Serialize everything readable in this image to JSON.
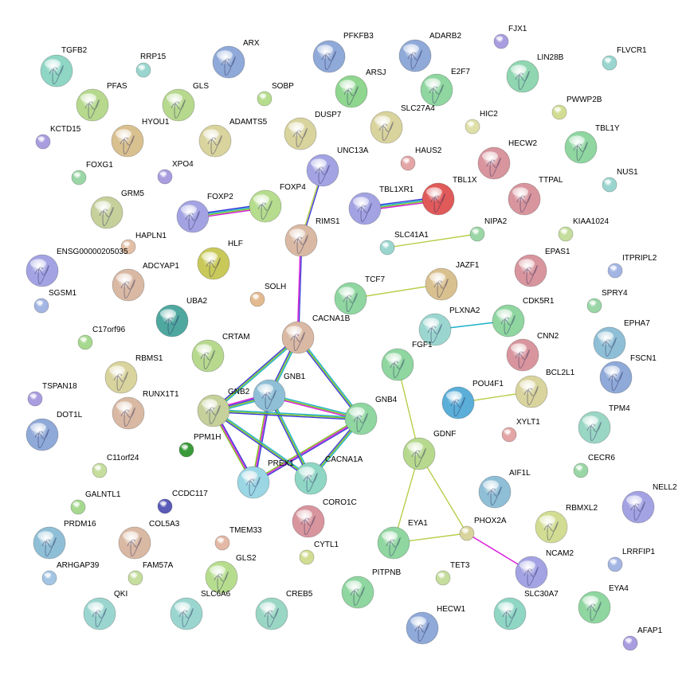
{
  "network": {
    "nodes": [
      {
        "id": "TGFB2",
        "color": "#8fd6c4",
        "big": true
      },
      {
        "id": "RRP15",
        "color": "#9ad6cf",
        "big": false
      },
      {
        "id": "ARX",
        "color": "#8fa9d8",
        "big": true
      },
      {
        "id": "PFKFB3",
        "color": "#8fa9d8",
        "big": true
      },
      {
        "id": "ADARB2",
        "color": "#8fa9d8",
        "big": true
      },
      {
        "id": "FJX1",
        "color": "#a99ddf",
        "big": false
      },
      {
        "id": "LIN28B",
        "color": "#8fd6b1",
        "big": true
      },
      {
        "id": "FLVCR1",
        "color": "#9ad6cf",
        "big": false
      },
      {
        "id": "PFAS",
        "color": "#b6d98e",
        "big": true
      },
      {
        "id": "GLS",
        "color": "#b6d98e",
        "big": true
      },
      {
        "id": "SOBP",
        "color": "#b6dd8e",
        "big": false
      },
      {
        "id": "ARSJ",
        "color": "#8fd68f",
        "big": true
      },
      {
        "id": "E2F7",
        "color": "#8fd6a0",
        "big": true
      },
      {
        "id": "PWWP2B",
        "color": "#d2dd93",
        "big": false
      },
      {
        "id": "KCTD15",
        "color": "#a99ddf",
        "big": false
      },
      {
        "id": "HYOU1",
        "color": "#d9c08f",
        "big": true
      },
      {
        "id": "ADAMTS5",
        "color": "#d9d39d",
        "big": true
      },
      {
        "id": "DUSP7",
        "color": "#d9d39d",
        "big": true
      },
      {
        "id": "SLC27A4",
        "color": "#d9d39d",
        "big": true
      },
      {
        "id": "HIC2",
        "color": "#dfe0a8",
        "big": false
      },
      {
        "id": "TBL1Y",
        "color": "#8fd6a0",
        "big": true
      },
      {
        "id": "FOXG1",
        "color": "#9ad6a6",
        "big": false
      },
      {
        "id": "XPO4",
        "color": "#a99ddf",
        "big": false
      },
      {
        "id": "UNC13A",
        "color": "#a3a3e3",
        "big": true
      },
      {
        "id": "HAUS2",
        "color": "#e3a5a5",
        "big": false
      },
      {
        "id": "HECW2",
        "color": "#d8959d",
        "big": true
      },
      {
        "id": "NUS1",
        "color": "#9ad6cf",
        "big": false
      },
      {
        "id": "GRM5",
        "color": "#c5d09b",
        "big": true
      },
      {
        "id": "FOXP2",
        "color": "#a3a3e3",
        "big": true
      },
      {
        "id": "FOXP4",
        "color": "#b6dd8e",
        "big": true
      },
      {
        "id": "TBL1XR1",
        "color": "#a3a3e3",
        "big": true
      },
      {
        "id": "TBL1X",
        "color": "#e05a5a",
        "big": true
      },
      {
        "id": "TTPAL",
        "color": "#d8959d",
        "big": true
      },
      {
        "id": "HAPLN1",
        "color": "#e3c0a5",
        "big": false
      },
      {
        "id": "RIMS1",
        "color": "#d9b9a3",
        "big": true
      },
      {
        "id": "SLC41A1",
        "color": "#9ad6cf",
        "big": false
      },
      {
        "id": "NIPA2",
        "color": "#9ad6a6",
        "big": false
      },
      {
        "id": "KIAA1024",
        "color": "#c5dd9d",
        "big": false
      },
      {
        "id": "ENSG00000205035",
        "color": "#a3a3e3",
        "big": true
      },
      {
        "id": "HLF",
        "color": "#c9c95a",
        "big": true
      },
      {
        "id": "EPAS1",
        "color": "#d8959d",
        "big": true
      },
      {
        "id": "ITPRIPL2",
        "color": "#a3b5e3",
        "big": false
      },
      {
        "id": "ADCYAP1",
        "color": "#d9b9a3",
        "big": true
      },
      {
        "id": "SGSM1",
        "color": "#a3b5e3",
        "big": false
      },
      {
        "id": "SOLH",
        "color": "#e3b98f",
        "big": false
      },
      {
        "id": "TCF7",
        "color": "#8fd6a0",
        "big": true
      },
      {
        "id": "JAZF1",
        "color": "#d9c08f",
        "big": true
      },
      {
        "id": "UBA2",
        "color": "#4fa8a0",
        "big": true
      },
      {
        "id": "CACNA1B",
        "color": "#d9b9a3",
        "big": true
      },
      {
        "id": "CDK5R1",
        "color": "#8fd6a0",
        "big": true
      },
      {
        "id": "SPRY4",
        "color": "#9ad6a6",
        "big": false
      },
      {
        "id": "C17orf96",
        "color": "#a6d98f",
        "big": false
      },
      {
        "id": "PLXNA2",
        "color": "#9ad6cf",
        "big": true
      },
      {
        "id": "EPHA7",
        "color": "#8fbfd6",
        "big": true
      },
      {
        "id": "CRTAM",
        "color": "#b6d98e",
        "big": true
      },
      {
        "id": "CNN2",
        "color": "#d8959d",
        "big": true
      },
      {
        "id": "FGF1",
        "color": "#8fd6a0",
        "big": true
      },
      {
        "id": "RBMS1",
        "color": "#d9d39d",
        "big": true
      },
      {
        "id": "GNB1",
        "color": "#8fbfd6",
        "big": true
      },
      {
        "id": "FSCN1",
        "color": "#8fa9d8",
        "big": true
      },
      {
        "id": "TSPAN18",
        "color": "#a99ddf",
        "big": false
      },
      {
        "id": "POU4F1",
        "color": "#5aaed8",
        "big": true
      },
      {
        "id": "BCL2L1",
        "color": "#d9d39d",
        "big": true
      },
      {
        "id": "RUNX1T1",
        "color": "#d9b9a3",
        "big": true
      },
      {
        "id": "GNB2",
        "color": "#c5d09b",
        "big": true
      },
      {
        "id": "GNB4",
        "color": "#8fd6a0",
        "big": true
      },
      {
        "id": "DOT1L",
        "color": "#8fa9d8",
        "big": true
      },
      {
        "id": "TPM4",
        "color": "#9ad6c4",
        "big": true
      },
      {
        "id": "XYLT1",
        "color": "#e3a5a5",
        "big": false
      },
      {
        "id": "PPM1H",
        "color": "#3a9a3a",
        "big": false
      },
      {
        "id": "GDNF",
        "color": "#b6d98e",
        "big": true
      },
      {
        "id": "C11orf24",
        "color": "#c5dd9d",
        "big": false
      },
      {
        "id": "CECR6",
        "color": "#9ad6a6",
        "big": false
      },
      {
        "id": "PREX1",
        "color": "#9ad6e3",
        "big": true
      },
      {
        "id": "CACNA1A",
        "color": "#8fd6c4",
        "big": true
      },
      {
        "id": "AIF1L",
        "color": "#8fbfd6",
        "big": true
      },
      {
        "id": "NELL2",
        "color": "#a3a3e3",
        "big": true
      },
      {
        "id": "GALNTL1",
        "color": "#a6d98f",
        "big": false
      },
      {
        "id": "CCDC117",
        "color": "#5a5ab8",
        "big": false
      },
      {
        "id": "CORO1C",
        "color": "#d8959d",
        "big": true
      },
      {
        "id": "RBMXL2",
        "color": "#d2dd93",
        "big": true
      },
      {
        "id": "PRDM16",
        "color": "#8fbfd6",
        "big": true
      },
      {
        "id": "COL5A3",
        "color": "#d9b9a3",
        "big": true
      },
      {
        "id": "TMEM33",
        "color": "#e3b8a5",
        "big": false
      },
      {
        "id": "EYA1",
        "color": "#8fd6a0",
        "big": true
      },
      {
        "id": "PHOX2A",
        "color": "#d9d39d",
        "big": false
      },
      {
        "id": "CYTL1",
        "color": "#d2dd93",
        "big": false
      },
      {
        "id": "LRRFIP1",
        "color": "#a3b5e3",
        "big": false
      },
      {
        "id": "ARHGAP39",
        "color": "#a3c5e3",
        "big": false
      },
      {
        "id": "FAM57A",
        "color": "#c5dd9d",
        "big": false
      },
      {
        "id": "GLS2",
        "color": "#b6dd8e",
        "big": true
      },
      {
        "id": "NCAM2",
        "color": "#a3a3e3",
        "big": true
      },
      {
        "id": "PITPNB",
        "color": "#8fd6a0",
        "big": true
      },
      {
        "id": "TET3",
        "color": "#c5dd9d",
        "big": false
      },
      {
        "id": "EYA4",
        "color": "#8fd6a0",
        "big": true
      },
      {
        "id": "QKI",
        "color": "#9ad6cf",
        "big": true
      },
      {
        "id": "SLC6A6",
        "color": "#9ad6cf",
        "big": true
      },
      {
        "id": "CREB5",
        "color": "#9ad6c4",
        "big": true
      },
      {
        "id": "SLC30A7",
        "color": "#8fd6c4",
        "big": true
      },
      {
        "id": "HECW1",
        "color": "#8fa9d8",
        "big": true
      },
      {
        "id": "AFAP1",
        "color": "#a99ddf",
        "big": false
      }
    ],
    "edges": [
      {
        "source": "FOXP2",
        "target": "FOXP4",
        "colors": [
          "#3a3ad8",
          "#1bb1c9",
          "#7fc21b",
          "#d81bd8"
        ]
      },
      {
        "source": "TBL1XR1",
        "target": "TBL1X",
        "colors": [
          "#3a3ad8",
          "#1bb1c9",
          "#7fc21b",
          "#d81bd8"
        ]
      },
      {
        "source": "UNC13A",
        "target": "RIMS1",
        "colors": [
          "#3a3ad8",
          "#b6cf4a"
        ]
      },
      {
        "source": "RIMS1",
        "target": "CACNA1B",
        "colors": [
          "#3a3ad8",
          "#d81bd8"
        ]
      },
      {
        "source": "SLC41A1",
        "target": "NIPA2",
        "colors": [
          "#b6cf4a"
        ]
      },
      {
        "source": "TCF7",
        "target": "JAZF1",
        "colors": [
          "#b6cf4a"
        ]
      },
      {
        "source": "PLXNA2",
        "target": "CDK5R1",
        "colors": [
          "#1bb1c9"
        ]
      },
      {
        "source": "POU4F1",
        "target": "BCL2L1",
        "colors": [
          "#b6cf4a"
        ]
      },
      {
        "source": "CACNA1B",
        "target": "GNB2",
        "colors": [
          "#1bb1c9",
          "#7fc21b",
          "#3a3ad8"
        ]
      },
      {
        "source": "CACNA1B",
        "target": "GNB1",
        "colors": [
          "#1bb1c9",
          "#7fc21b",
          "#3a3ad8"
        ]
      },
      {
        "source": "CACNA1B",
        "target": "GNB4",
        "colors": [
          "#1bb1c9",
          "#7fc21b",
          "#3a3ad8"
        ]
      },
      {
        "source": "GNB1",
        "target": "GNB2",
        "colors": [
          "#1bb1c9",
          "#7fc21b",
          "#3a3ad8",
          "#d81bd8"
        ]
      },
      {
        "source": "GNB1",
        "target": "GNB4",
        "colors": [
          "#1bb1c9",
          "#7fc21b",
          "#d81bd8"
        ]
      },
      {
        "source": "GNB1",
        "target": "PREX1",
        "colors": [
          "#3a3ad8",
          "#d81bd8",
          "#7fc21b"
        ]
      },
      {
        "source": "GNB2",
        "target": "PREX1",
        "colors": [
          "#3a3ad8",
          "#d81bd8",
          "#7fc21b"
        ]
      },
      {
        "source": "GNB4",
        "target": "PREX1",
        "colors": [
          "#3a3ad8",
          "#d81bd8",
          "#7fc21b"
        ]
      },
      {
        "source": "GNB2",
        "target": "CACNA1A",
        "colors": [
          "#1bb1c9",
          "#7fc21b",
          "#3a3ad8"
        ]
      },
      {
        "source": "GNB1",
        "target": "CACNA1A",
        "colors": [
          "#1bb1c9",
          "#7fc21b",
          "#3a3ad8"
        ]
      },
      {
        "source": "GNB4",
        "target": "CACNA1A",
        "colors": [
          "#1bb1c9",
          "#7fc21b",
          "#3a3ad8"
        ]
      },
      {
        "source": "GNB2",
        "target": "GNB4",
        "colors": [
          "#1bb1c9",
          "#7fc21b",
          "#3a3ad8"
        ]
      },
      {
        "source": "FGF1",
        "target": "GDNF",
        "colors": [
          "#b6cf4a"
        ]
      },
      {
        "source": "GDNF",
        "target": "EYA1",
        "colors": [
          "#b6cf4a"
        ]
      },
      {
        "source": "GDNF",
        "target": "PHOX2A",
        "colors": [
          "#b6cf4a"
        ]
      },
      {
        "source": "EYA1",
        "target": "PHOX2A",
        "colors": [
          "#b6cf4a"
        ]
      },
      {
        "source": "PHOX2A",
        "target": "NCAM2",
        "colors": [
          "#d81bd8"
        ]
      }
    ]
  }
}
